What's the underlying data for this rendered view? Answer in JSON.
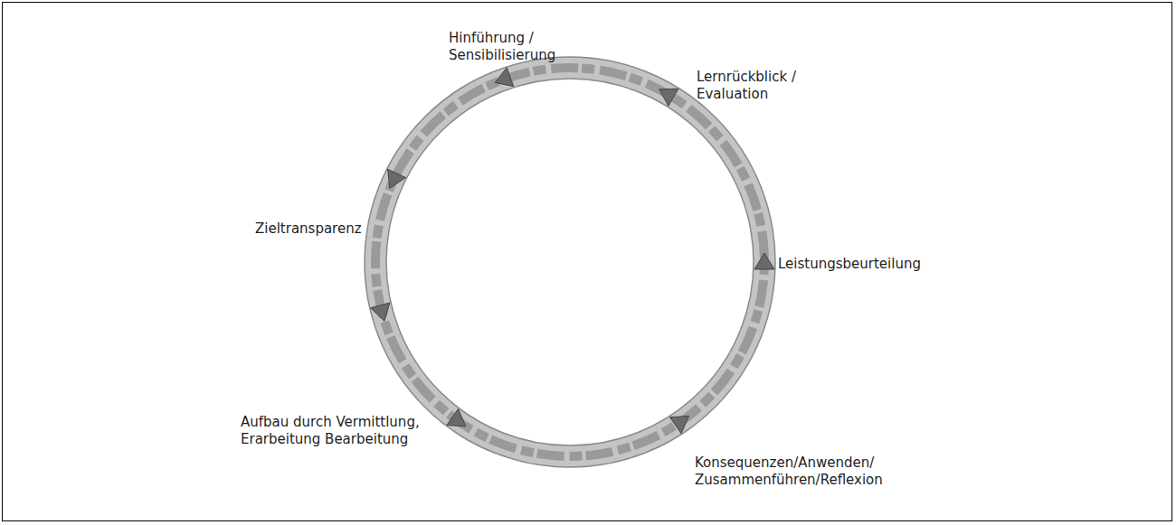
{
  "diagram": {
    "labels": [
      "Hinführung / Sensibilisierung",
      "Lernrückblick / Evaluation",
      "Zieltransparenz",
      "Leistungsbeurteilung",
      "Aufbau durch Vermittlung, Erarbeitung Bearbeitung",
      "Konsequenzen/Anwenden/ Zusammenführen/Reflexion"
    ]
  }
}
